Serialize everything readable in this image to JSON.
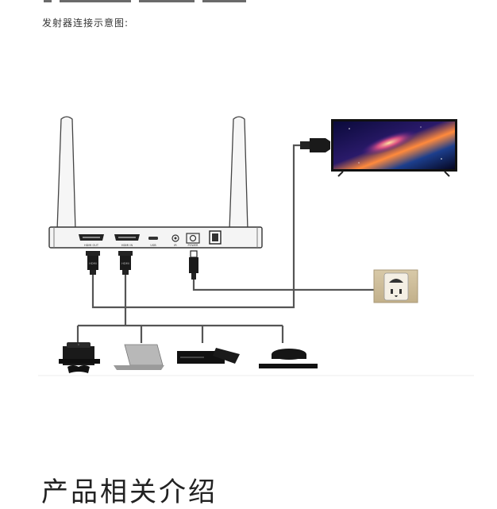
{
  "caption": "发射器连接示意图:",
  "section_title": "产品相关介绍",
  "device": {
    "ports": [
      {
        "id": "hdmi-out",
        "label": "HDMI OUT"
      },
      {
        "id": "hdmi-in",
        "label": "HDMI IN"
      },
      {
        "id": "usb",
        "label": "USB"
      },
      {
        "id": "ir",
        "label": "IR"
      },
      {
        "id": "power",
        "label": "POWER"
      }
    ]
  },
  "cables": {
    "hdmi_left": "HDMI",
    "hdmi_right": "HDMI"
  },
  "sources": [
    {
      "name": "game-console-icon"
    },
    {
      "name": "laptop-icon"
    },
    {
      "name": "set-top-box-icon"
    },
    {
      "name": "media-player-icon"
    }
  ],
  "colors": {
    "cable": "#555555",
    "device_body": "#f4f4f4",
    "tv_bezel": "#111111",
    "outlet": "#e8e0cf"
  }
}
